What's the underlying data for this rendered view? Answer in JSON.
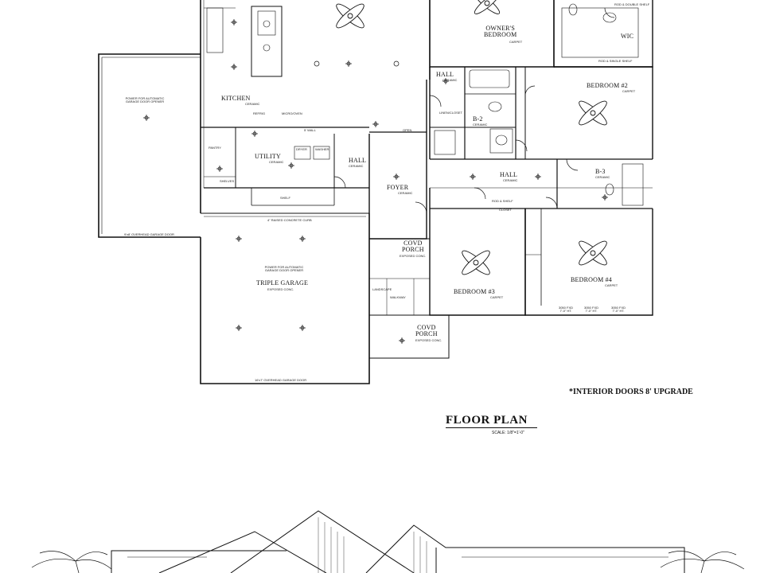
{
  "drawing": {
    "title": "FLOOR PLAN",
    "scale": "SCALE: 1/8\"=1'-0\"",
    "note": "*INTERIOR DOORS 8' UPGRADE"
  },
  "rooms": [
    {
      "name": "OWNER'S BEDROOM",
      "line1": "OWNER'S",
      "line2": "BEDROOM",
      "floor": "CARPET"
    },
    {
      "name": "WIC",
      "floor": ""
    },
    {
      "name": "BEDROOM #2",
      "floor": "CARPET"
    },
    {
      "name": "KITCHEN",
      "floor": "CERAMIC"
    },
    {
      "name": "HALL",
      "floor": "CERAMIC"
    },
    {
      "name": "B-2",
      "floor": "CERAMIC"
    },
    {
      "name": "UTILITY",
      "floor": "CERAMIC"
    },
    {
      "name": "PANTRY",
      "floor": ""
    },
    {
      "name": "HALL",
      "floor": "CERAMIC"
    },
    {
      "name": "FOYER",
      "floor": "CERAMIC"
    },
    {
      "name": "HALL",
      "floor": "CERAMIC"
    },
    {
      "name": "B-3",
      "floor": "CERAMIC"
    },
    {
      "name": "COVD PORCH",
      "line1": "COVD",
      "line2": "PORCH",
      "floor": "EXPOSED CONC."
    },
    {
      "name": "BEDROOM #3",
      "floor": "CARPET"
    },
    {
      "name": "BEDROOM #4",
      "floor": "CARPET"
    },
    {
      "name": "TRIPLE GARAGE",
      "floor": "EXPOSED CONC."
    },
    {
      "name": "COVD PORCH",
      "line1": "COVD",
      "line2": "PORCH",
      "floor": "EXPOSED CONC."
    }
  ],
  "notes": {
    "garage_opener_1": "POWER FOR AUTOMATIC GARAGE DOOR OPENER",
    "garage_opener_2": "POWER FOR AUTOMATIC GARAGE DOOR OPENER",
    "curb": "4\" RAISED CONCRETE CURB",
    "overhead_door_1": "9'x8' OVERHEAD GARAGE DOOR",
    "overhead_door_2": "16'x7' OVERHEAD GARAGE DOOR",
    "shelf": "SHELF",
    "shelves": "SHELVES",
    "walkway": "WALKWAY",
    "landscape": "LANDSCAPE",
    "closet": "CLOSET",
    "rod_shelf": "ROD & SHELF",
    "rod_double_shelf": "ROD & DOUBLE SHELF",
    "rod_single_shelf": "ROD & SINGLE SHELF",
    "refrig": "REFRIG",
    "micro_oven": "MICRO/OVEN",
    "dryer": "DRYER",
    "washer": "WASHER",
    "linen": "LINEN/CLOSET",
    "open": "OPEN",
    "wall": "5' WALL",
    "window_1": "3050 FXD 7'-0\" HT.",
    "window_2": "3050 FXD 7'-0\" HT.",
    "window_3": "3050 FXD 7'-0\" HT."
  }
}
